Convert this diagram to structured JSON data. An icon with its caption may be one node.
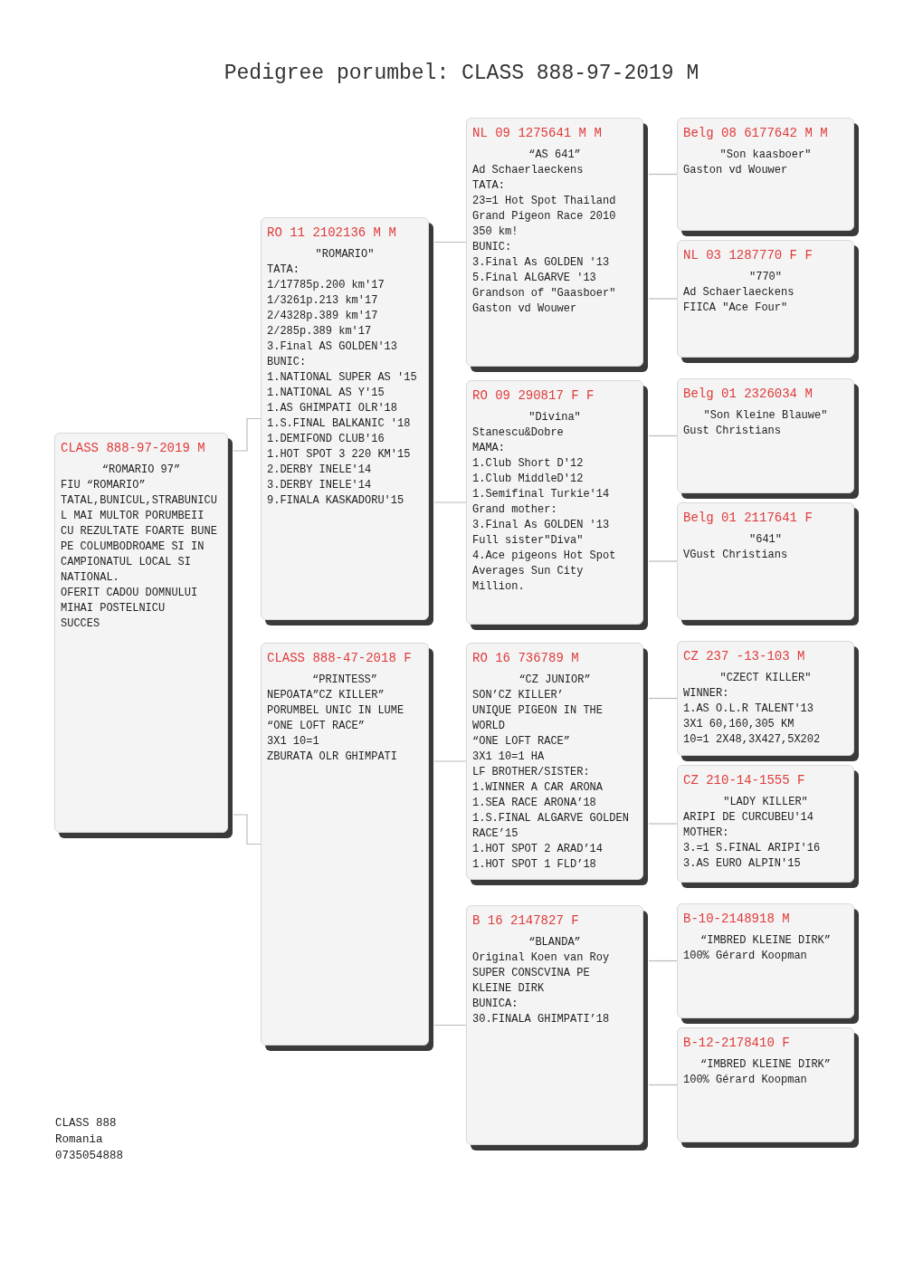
{
  "diagram": {
    "title": "Pedigree porumbel: CLASS 888-97-2019 M",
    "nodes": [
      {
        "text": [
          "CLASS 888-97-2019 M",
          "“ROMARIO 97”",
          "FIU “ROMARIO”",
          "TATAL,BUNICUL,STRABUNICU L MAI MULTOR PORUMBEII CU REZULTATE FOARTE BUNE PE COLUMBODROAME SI IN CAMPIONATUL LOCAL SI NATIONAL.",
          "OFERIT CADOU DOMNULUI",
          "MIHAI POSTELNICU",
          "SUCCES"
        ]
      },
      {
        "text": [
          "RO 11 2102136 M M",
          "\"ROMARIO\"",
          "TATA:",
          "1/17785p.200 km'17",
          "1/3261p.213 km'17",
          "2/4328p.389 km'17",
          "2/285p.389 km'17",
          "3.Final AS GOLDEN'13",
          "BUNIC:",
          "1.NATIONAL SUPER AS '15",
          "1.NATIONAL AS Y'15",
          "1.AS GHIMPATI OLR'18",
          "1.S.FINAL BALKANIC '18",
          "1.DEMIFOND CLUB'16",
          "1.HOT SPOT 3 220 KM'15",
          "2.DERBY INELE'14",
          "3.DERBY INELE'14",
          "9.FINALA KASKADORU'15"
        ]
      },
      {
        "text": [
          "CLASS 888-47-2018 F",
          "“PRINTESS”",
          "NEPOATA”CZ KILLER”",
          "PORUMBEL UNIC IN LUME",
          "“ONE LOFT RACE”",
          "3X1 10=1",
          "ZBURATA OLR GHIMPATI"
        ]
      },
      {
        "text": [
          "NL 09 1275641 M M",
          "“AS 641”",
          "Ad Schaerlaeckens",
          "TATA:",
          "23=1 Hot Spot Thailand",
          "Grand Pigeon Race 2010",
          "350 km!",
          "BUNIC:",
          "3.Final As GOLDEN '13",
          "5.Final ALGARVE '13",
          "Grandson of \"Gaasboer\"",
          "Gaston vd Wouwer"
        ]
      },
      {
        "text": [
          "RO 09 290817 F F",
          "\"Divina\"",
          "Stanescu&Dobre",
          "MAMA:",
          "1.Club Short D'12",
          "1.Club MiddleD'12",
          "1.Semifinal Turkie'14",
          "Grand mother:",
          "3.Final As GOLDEN '13",
          "Full sister\"Diva\"",
          "4.Ace pigeons Hot Spot",
          "Averages Sun City",
          "Million."
        ]
      },
      {
        "text": [
          "RO 16 736789 M",
          "“CZ JUNIOR”",
          "SON’CZ KILLER’",
          "UNIQUE PIGEON IN THE WORLD",
          "“ONE LOFT RACE”",
          "3X1 10=1 HA",
          "LF BROTHER/SISTER:",
          "1.WINNER A CAR ARONA",
          "1.SEA RACE ARONA’18",
          "1.S.FINAL ALGARVE GOLDEN RACE’15",
          "1.HOT SPOT 2 ARAD’14",
          "1.HOT SPOT 1 FLD’18"
        ]
      },
      {
        "text": [
          "B 16 2147827 F",
          "“BLANDA”",
          "Original Koen van Roy",
          "SUPER CONSCVINA PE",
          "KLEINE DIRK",
          "BUNICA:",
          "30.FINALA GHIMPATI’18"
        ]
      },
      {
        "text": [
          "Belg 08 6177642 M M",
          "\"Son kaasboer\"",
          "Gaston vd Wouwer"
        ]
      },
      {
        "text": [
          "NL 03 1287770 F F",
          "\"770\"",
          "Ad Schaerlaeckens",
          "FIICA \"Ace Four\""
        ]
      },
      {
        "text": [
          "Belg 01 2326034 M",
          "\"Son Kleine Blauwe\"",
          "Gust Christians"
        ]
      },
      {
        "text": [
          "Belg 01 2117641 F",
          "\"641\"",
          "VGust Christians"
        ]
      },
      {
        "text": [
          "CZ 237 -13-103 M",
          "\"CZECT KILLER\"",
          "WINNER:",
          "1.AS O.L.R TALENT'13",
          "3X1 60,160,305 KM",
          "10=1 2X48,3X427,5X202"
        ]
      },
      {
        "text": [
          "CZ 210-14-1555 F",
          "\"LADY KILLER\"",
          "ARIPI DE CURCUBEU'14",
          "MOTHER:",
          "3.=1 S.FINAL ARIPI'16",
          "3.AS EURO ALPIN'15"
        ]
      },
      {
        "text": [
          "B-10-2148918 M",
          "“IMBRED KLEINE DIRK”",
          "100% Gérard Koopman"
        ]
      },
      {
        "text": [
          "B-12-2178410 F",
          "“IMBRED KLEINE DIRK”",
          "100% Gérard Koopman"
        ]
      }
    ],
    "edges": [
      {
        "from": 0,
        "to": 1,
        "arrow": "none"
      },
      {
        "from": 0,
        "to": 2,
        "arrow": "none"
      },
      {
        "from": 1,
        "to": 3,
        "arrow": "none"
      },
      {
        "from": 1,
        "to": 4,
        "arrow": "none"
      },
      {
        "from": 2,
        "to": 5,
        "arrow": "none"
      },
      {
        "from": 2,
        "to": 6,
        "arrow": "none"
      },
      {
        "from": 3,
        "to": 7,
        "arrow": "none"
      },
      {
        "from": 3,
        "to": 8,
        "arrow": "none"
      },
      {
        "from": 4,
        "to": 9,
        "arrow": "none"
      },
      {
        "from": 4,
        "to": 10,
        "arrow": "none"
      },
      {
        "from": 5,
        "to": 11,
        "arrow": "none"
      },
      {
        "from": 5,
        "to": 12,
        "arrow": "none"
      },
      {
        "from": 6,
        "to": 13,
        "arrow": "none"
      },
      {
        "from": 6,
        "to": 14,
        "arrow": "none"
      }
    ],
    "labels": [
      "CLASS 888",
      "Romania",
      "0735054888"
    ]
  }
}
